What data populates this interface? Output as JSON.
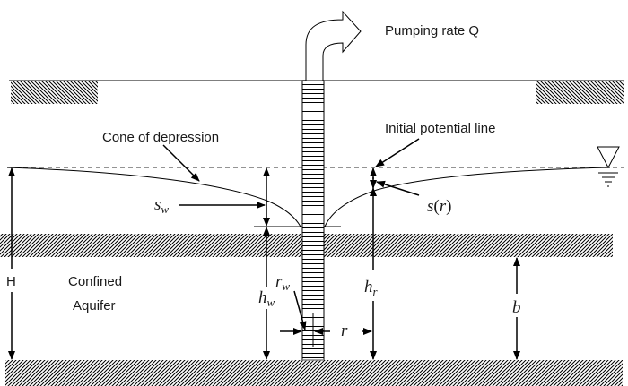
{
  "title": "Confined aquifer pumping well diagram",
  "labels": {
    "pumping_rate": "Pumping rate Q",
    "cone_of_depression": "Cone of depression",
    "initial_potential_line": "Initial potential line",
    "confined_line1": "Confined",
    "confined_line2": "Aquifer",
    "H": "H",
    "b": "b",
    "r": "r",
    "s_w_main": "s",
    "s_w_sub": "w",
    "h_w_main": "h",
    "h_w_sub": "w",
    "h_r_main": "h",
    "h_r_sub": "r",
    "r_w_main": "r",
    "r_w_sub": "w",
    "s_r_main": "s",
    "s_r_open": "(",
    "s_r_var": "r",
    "s_r_close": ")"
  },
  "symbols": {
    "water_table": "water-table-triangle"
  },
  "colors": {
    "line": "#000000",
    "text": "#1a1a1a",
    "ground_line": "#555555",
    "dashed_line": "#555555"
  }
}
